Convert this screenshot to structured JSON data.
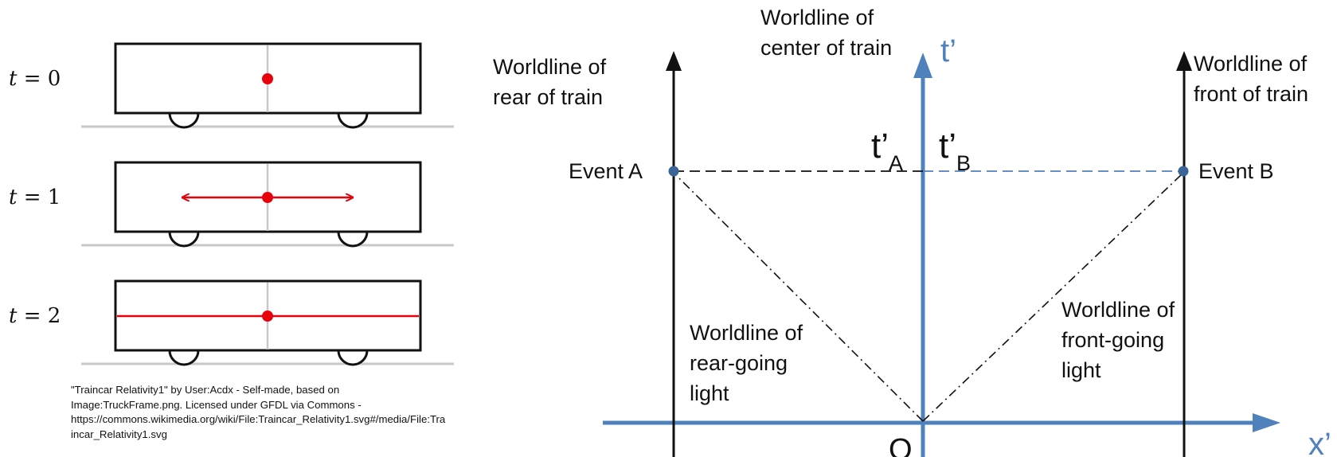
{
  "panels": [
    {
      "t_var": "t",
      "t_eq": " = ",
      "t_val": "0",
      "light": "dot"
    },
    {
      "t_var": "t",
      "t_eq": " = ",
      "t_val": "1",
      "light": "arrows"
    },
    {
      "t_var": "t",
      "t_eq": " = ",
      "t_val": "2",
      "light": "line"
    }
  ],
  "caption": {
    "line1": "\"Traincar Relativity1\" by User:Acdx - Self-made, based on",
    "line2": "Image:TruckFrame.png. Licensed under GFDL via Commons -",
    "line3": "https://commons.wikimedia.org/wiki/File:Traincar_Relativity1.svg#/media/File:Tra",
    "line4": "incar_Relativity1.svg"
  },
  "diagram": {
    "rear_worldline": {
      "line1": "Worldline of",
      "line2": "rear of train"
    },
    "center_worldline": {
      "line1": "Worldline of",
      "line2": "center of train"
    },
    "front_worldline": {
      "line1": "Worldline of",
      "line2": "front of train"
    },
    "t_axis_label": "t’",
    "x_axis_label": "x’",
    "origin_label": "O",
    "event_a": "Event A",
    "event_b": "Event B",
    "t_a": {
      "main": "t’",
      "sub": "A"
    },
    "t_b": {
      "main": "t’",
      "sub": "B"
    },
    "rear_light": {
      "line1": "Worldline of",
      "line2": "rear-going",
      "line3": "light"
    },
    "front_light": {
      "line1": "Worldline of",
      "line2": "front-going",
      "line3": "light"
    }
  },
  "colors": {
    "axis_blue": "#4f81bd",
    "light_red": "#e8000b",
    "track_gray": "#c8c8c8",
    "event_dot": "#3b6498"
  }
}
